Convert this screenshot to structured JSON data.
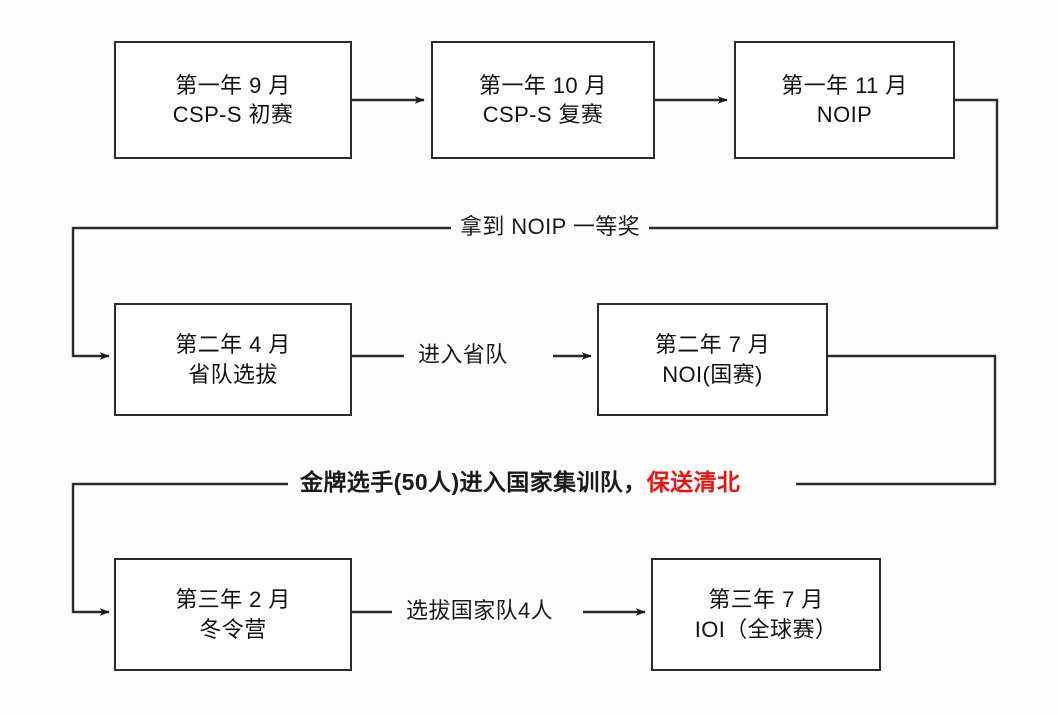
{
  "diagram": {
    "title": "NOI Competition Pathway Flowchart",
    "accent_color": "#ee1111",
    "line_color": "#2b2b2b",
    "background": "#fdfdfd",
    "nodes": [
      {
        "id": "csp-s-primary",
        "line1": "第一年 9 月",
        "line2": "CSP-S 初赛"
      },
      {
        "id": "csp-s-final",
        "line1": "第一年 10 月",
        "line2": "CSP-S 复赛"
      },
      {
        "id": "noip",
        "line1": "第一年 11 月",
        "line2": "NOIP"
      },
      {
        "id": "province-select",
        "line1": "第二年 4 月",
        "line2": "省队选拔"
      },
      {
        "id": "noi",
        "line1": "第二年 7 月",
        "line2": "NOI(国赛)"
      },
      {
        "id": "winter-camp",
        "line1": "第三年 2 月",
        "line2": "冬令营"
      },
      {
        "id": "ioi",
        "line1": "第三年 7 月",
        "line2": "IOI（全球赛）"
      }
    ],
    "edge_labels": {
      "noip_first_prize": "拿到 NOIP 一等奖",
      "enter_province_team": "进入省队",
      "national_team_prefix": "金牌选手(50人)进入国家集训队，",
      "national_team_accent": "保送清北",
      "select_national_four": "选拔国家队4人"
    }
  }
}
